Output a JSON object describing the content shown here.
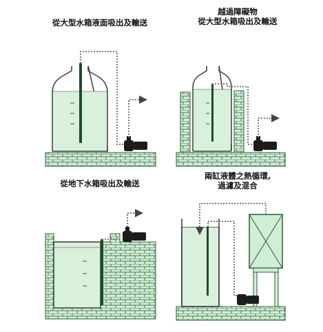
{
  "panels": [
    {
      "id": "tank-top",
      "caption_lines": [
        "從大型水箱液面吸出及輸送"
      ]
    },
    {
      "id": "over-obstacle",
      "caption_lines": [
        "越過障礙物",
        "從大型水箱吸出及輸送"
      ]
    },
    {
      "id": "underground",
      "caption_lines": [
        "從地下水箱吸出及輸送"
      ]
    },
    {
      "id": "circulation",
      "caption_lines": [
        "兩缸液體之熱循環,",
        "過濾及混合"
      ]
    }
  ],
  "colors": {
    "liquid": "#d8f0dc",
    "tank_stroke": "#3a3a3a",
    "brick_fill": "#cfeed4",
    "brick_stroke": "#2f5a37",
    "pump": "#1c1c1c",
    "flow_line": "#7a7a7a"
  },
  "icons": [
    "pump-icon",
    "flow-arrow-icon",
    "tank-icon",
    "brick-wall-icon"
  ]
}
